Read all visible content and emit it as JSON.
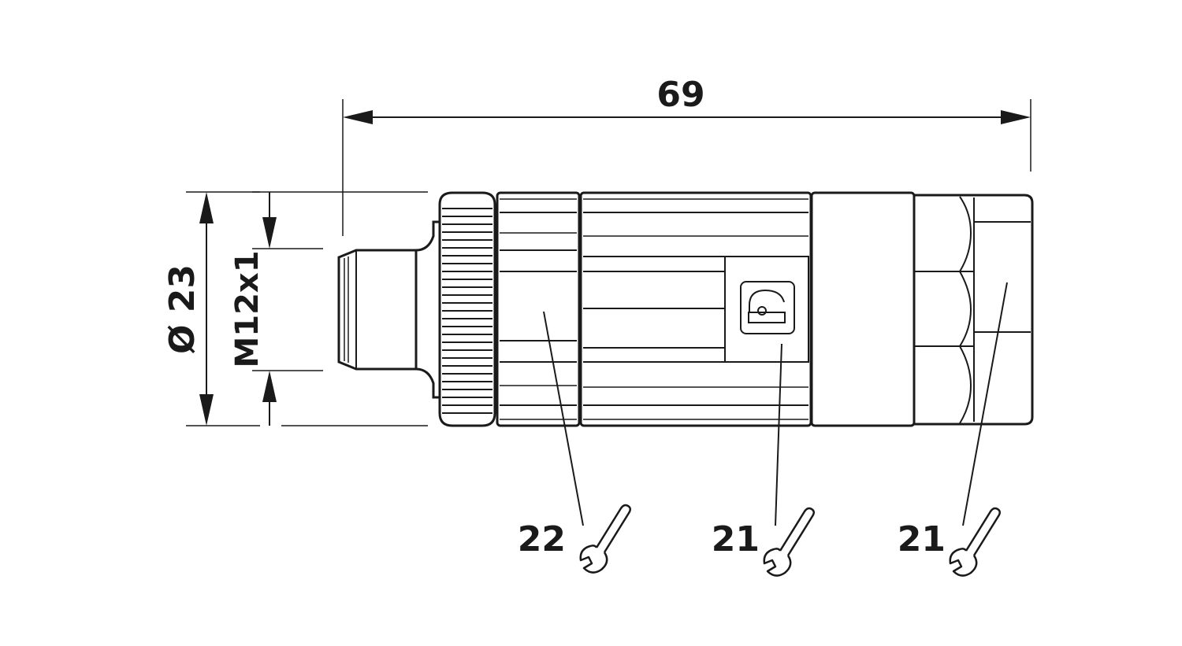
{
  "dimensions": {
    "overall_length": "69",
    "outer_diameter": "Ø 23",
    "thread": "M12x1"
  },
  "wrench_callouts": [
    {
      "size": "22"
    },
    {
      "size": "21"
    },
    {
      "size": "21"
    }
  ],
  "icons": {
    "wrench": "wrench-icon",
    "coding_symbol": "lock-coding-icon"
  },
  "colors": {
    "line": "#1a1a1a",
    "background": "#ffffff"
  }
}
